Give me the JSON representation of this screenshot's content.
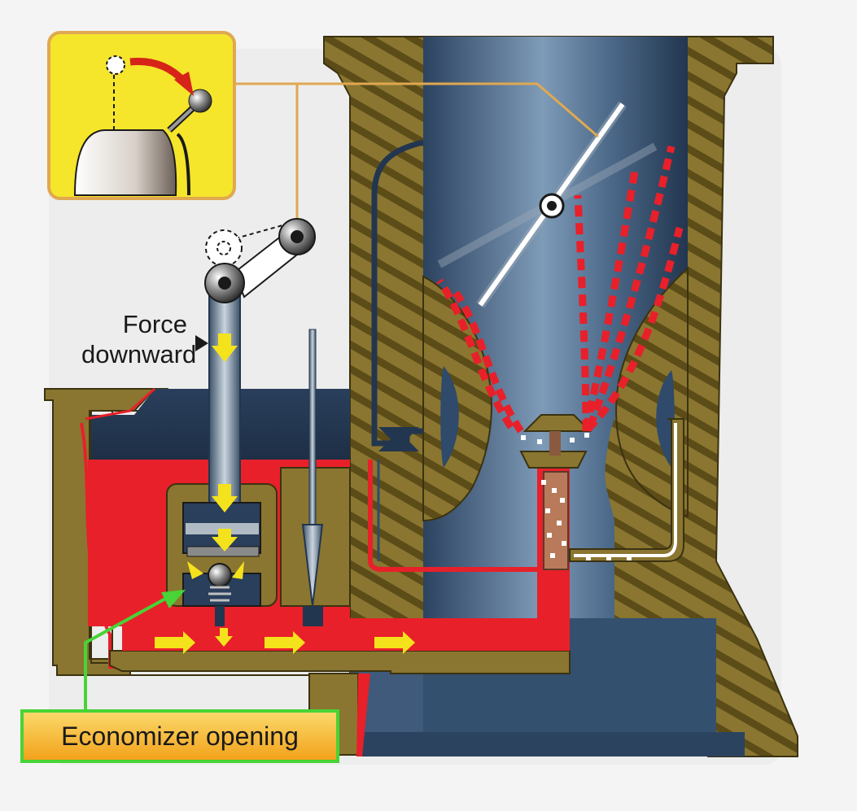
{
  "labels": {
    "force_downward_line1": "Force",
    "force_downward_line2": "downward",
    "economizer_opening": "Economizer opening"
  },
  "colors": {
    "casting": "#8a7630",
    "casting_stripe": "#5c4c18",
    "fuel": "#e8202a",
    "air_passage": "#2f4a6a",
    "throttle_inset_bg": "#f5e52b",
    "callout_border": "#48d336",
    "callout_fill": "#f5b533",
    "flow_arrow": "#f4e21c",
    "linkage": "#e0a850"
  },
  "icons": {
    "throttle_lever": "throttle-lever-icon",
    "movement_arrow": "curved-arrow-icon"
  }
}
